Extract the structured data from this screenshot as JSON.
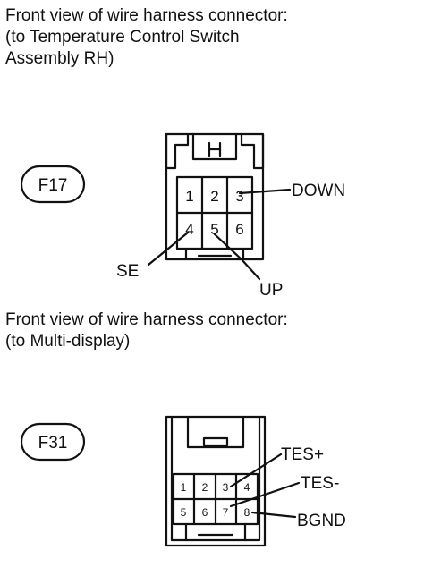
{
  "section1": {
    "heading_lines": [
      "Front view of wire harness connector:",
      "(to Temperature Control Switch",
      "Assembly RH)"
    ],
    "connector_id": "F17",
    "pins_top": [
      "1",
      "2",
      "3"
    ],
    "pins_bottom": [
      "4",
      "5",
      "6"
    ],
    "labels": {
      "down": "DOWN",
      "se": "SE",
      "up": "UP"
    }
  },
  "section2": {
    "heading_lines": [
      "Front view of wire harness connector:",
      "(to Multi-display)"
    ],
    "connector_id": "F31",
    "pins_top": [
      "1",
      "2",
      "3",
      "4"
    ],
    "pins_bottom": [
      "5",
      "6",
      "7",
      "8"
    ],
    "labels": {
      "tes_plus": "TES+",
      "tes_minus": "TES-",
      "bgnd": "BGND"
    }
  }
}
